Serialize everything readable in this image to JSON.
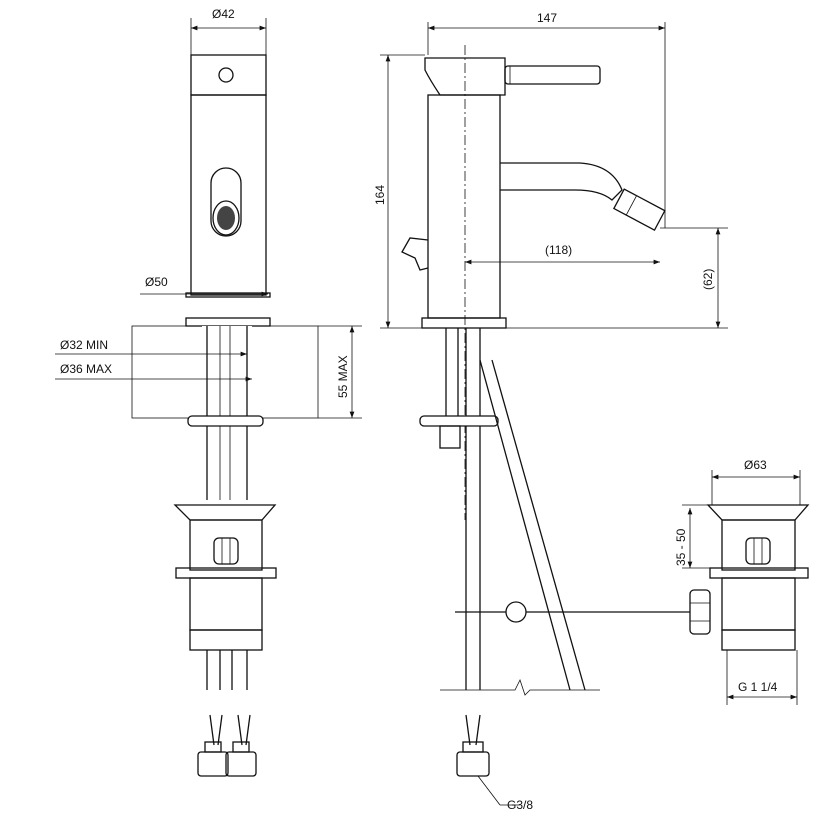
{
  "dimensions": {
    "top_diameter": "Ø42",
    "base_diameter": "Ø50",
    "hole_min": "Ø32 MIN",
    "hole_max": "Ø36 MAX",
    "deck_thickness": "55 MAX",
    "total_depth": "147",
    "total_height": "164",
    "spout_reach": "(118)",
    "spout_height": "(62)",
    "waste_diameter": "Ø63",
    "waste_height": "35 - 50",
    "waste_thread": "G 1 1/4",
    "supply_thread": "G3/8"
  }
}
